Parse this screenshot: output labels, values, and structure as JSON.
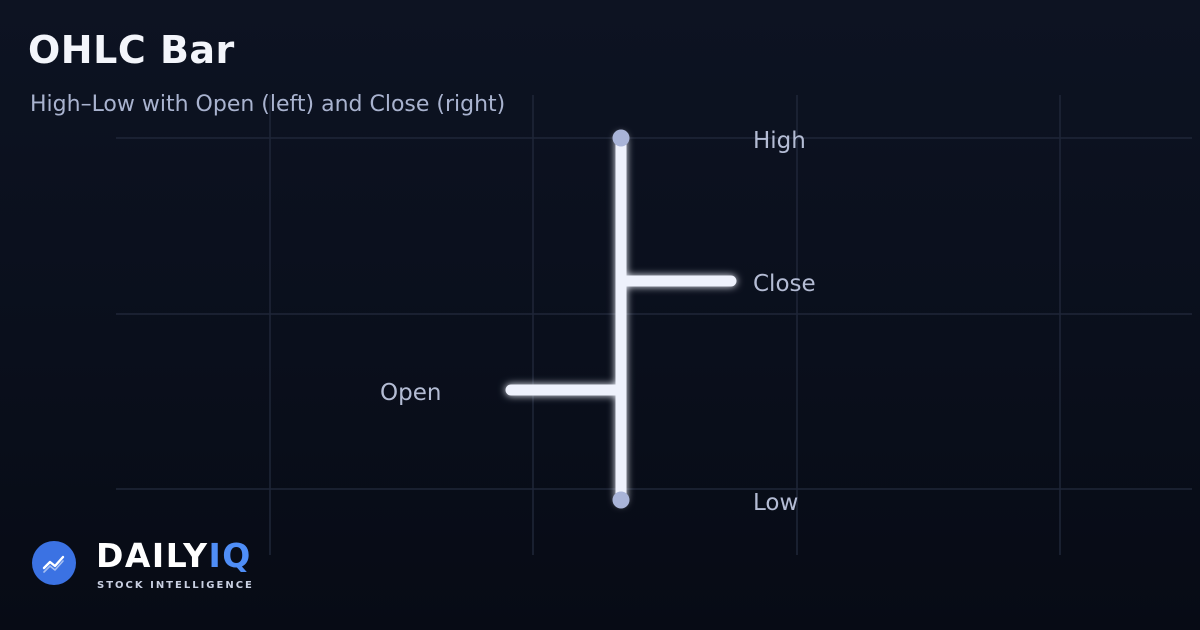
{
  "header": {
    "title": "OHLC Bar",
    "subtitle": "High–Low with Open (left) and Close (right)"
  },
  "diagram": {
    "labels": {
      "high": "High",
      "close": "Close",
      "open": "Open",
      "low": "Low"
    },
    "colors": {
      "bar": "#eef1fc",
      "endpoint": "#a9b4d8",
      "grid": "#1f2638",
      "label": "#b4bcd4"
    }
  },
  "brand": {
    "name_part1": "DAILY",
    "name_part2": "IQ",
    "tagline": "STOCK INTELLIGENCE",
    "icon": "trend-line-icon",
    "accent_color": "#4f8ef7",
    "badge_color": "#3b72e3"
  }
}
